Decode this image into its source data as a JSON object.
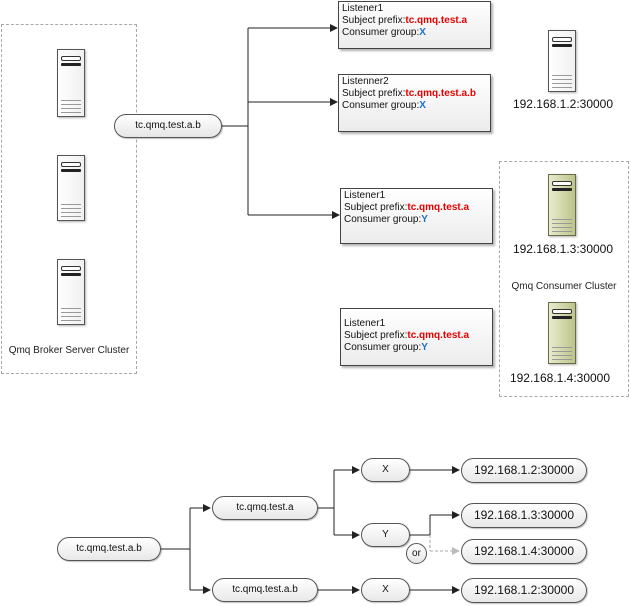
{
  "top_diagram": {
    "broker_cluster_label": "Qmq Broker Server Cluster",
    "subject_node": "tc.qmq.test.a.b",
    "listeners": [
      {
        "name": "Listener1",
        "prefix_label": "Subject prefix:",
        "prefix_value": "tc.qmq.test.a",
        "group_label": "Consumer group:",
        "group_value": "X"
      },
      {
        "name": "Listenner2",
        "prefix_label": "Subject prefix:",
        "prefix_value": "tc.qmq.test.a.b",
        "group_label": "Consumer group:",
        "group_value": "X"
      },
      {
        "name": "Listener1",
        "prefix_label": "Subject prefix:",
        "prefix_value": "tc.qmq.test.a",
        "group_label": "Consumer group:",
        "group_value": "Y"
      },
      {
        "name": "Listener1",
        "prefix_label": "Subject prefix:",
        "prefix_value": "tc.qmq.test.a",
        "group_label": "Consumer group:",
        "group_value": "Y"
      }
    ],
    "consumers": [
      "192.168.1.2:30000",
      "192.168.1.3:30000",
      "192.168.1.4:30000"
    ],
    "consumer_cluster_label": "Qmq Consumer Cluster"
  },
  "bottom_diagram": {
    "root": "tc.qmq.test.a.b",
    "prefix_a": "tc.qmq.test.a",
    "prefix_ab": "tc.qmq.test.a.b",
    "group_x_top": "X",
    "group_y": "Y",
    "group_x_bottom": "X",
    "or_label": "or",
    "targets": [
      "192.168.1.2:30000",
      "192.168.1.3:30000",
      "192.168.1.4:30000",
      "192.168.1.2:30000"
    ]
  }
}
